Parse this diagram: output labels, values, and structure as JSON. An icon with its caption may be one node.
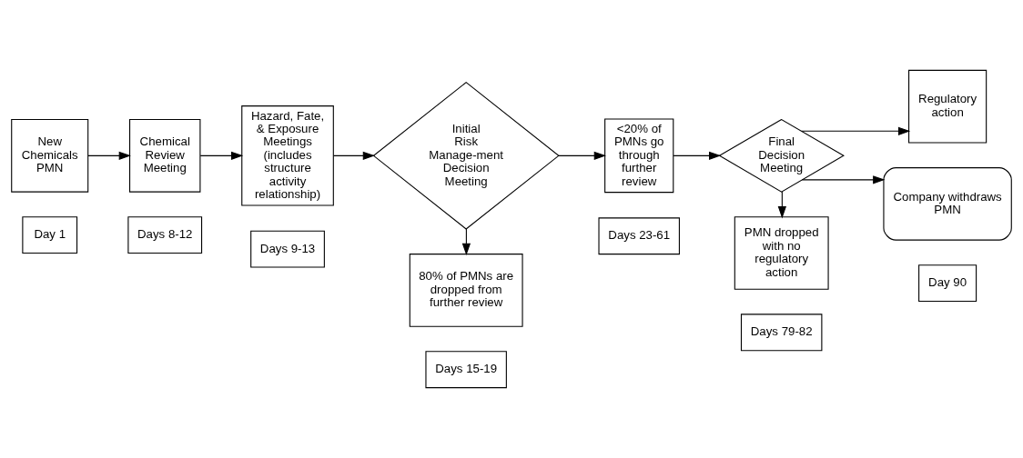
{
  "diagram": {
    "nodes": [
      {
        "text": [
          "Day 1"
        ]
      },
      {
        "text": [
          "Days 8-12"
        ]
      },
      {
        "text": [
          "Days 9-13"
        ]
      },
      {
        "text": [
          "Days 15-19"
        ]
      },
      {
        "text": [
          "Days 23-61"
        ]
      },
      {
        "text": [
          "Days 79-82"
        ]
      },
      {
        "text": [
          "Day 90"
        ]
      },
      {
        "text": [
          "New Chemicals PMN"
        ]
      },
      {
        "text": [
          "Chemical Review Meeting"
        ]
      },
      {
        "text": [
          "Hazard, Fate, & Exposure Meetings (includes structure activity relationship)"
        ]
      },
      {
        "text": [
          "Initial Risk Manage-ment Decision Meeting"
        ]
      },
      {
        "text": [
          "80% of PMNs are dropped from further review"
        ]
      },
      {
        "text": [
          "<20% of PMNs go through further review"
        ]
      },
      {
        "text": [
          "Final Decision Meeting"
        ]
      },
      {
        "text": [
          "Regulatory action"
        ]
      },
      {
        "text": [
          "Company withdraws PMN"
        ]
      },
      {
        "text": [
          "PMN dropped with no regulatory action"
        ]
      }
    ],
    "edges": [
      {
        "from": 7,
        "to": 8,
        "arrow": "to"
      },
      {
        "from": 8,
        "to": 9,
        "arrow": "to"
      },
      {
        "from": 9,
        "to": 10,
        "arrow": "to"
      },
      {
        "from": 10,
        "to": 12,
        "arrow": "to"
      },
      {
        "from": 10,
        "to": 11,
        "arrow": "to"
      },
      {
        "from": 12,
        "to": 13,
        "arrow": "to"
      },
      {
        "from": 13,
        "to": 14,
        "arrow": "to"
      },
      {
        "from": 13,
        "to": 15,
        "arrow": "to"
      },
      {
        "from": 13,
        "to": 16,
        "arrow": "to"
      }
    ]
  }
}
